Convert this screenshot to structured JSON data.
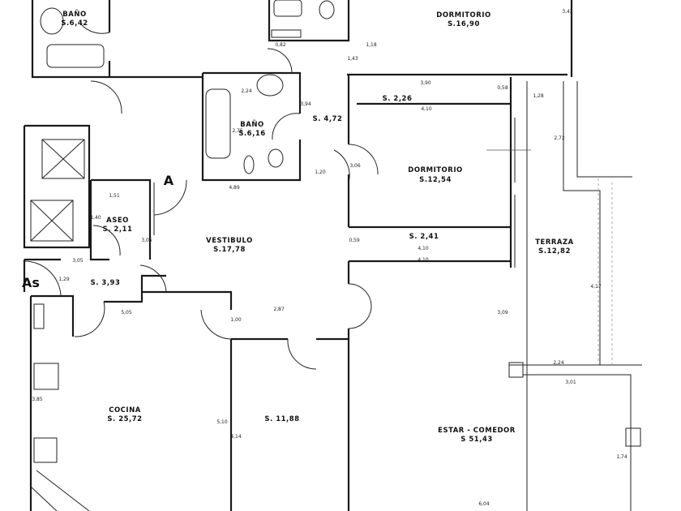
{
  "rooms": {
    "bano_top": {
      "name": "BAÑO",
      "area": "S.6,42"
    },
    "dormitorio_main": {
      "name": "DORMITORIO",
      "area": "S.16,90"
    },
    "bano_mid": {
      "name": "BAÑO",
      "area": "S.6,16"
    },
    "pasillo": {
      "area": "S. 4,72"
    },
    "closet_1": {
      "area": "S. 2,26"
    },
    "dormitorio_2": {
      "name": "DORMITORIO",
      "area": "S.12,54"
    },
    "closet_2": {
      "area": "S. 2,41"
    },
    "aseo": {
      "name": "ASEO",
      "area": "S. 2,11"
    },
    "vestibulo": {
      "name": "VESTIBULO",
      "area": "S.17,78"
    },
    "terraza": {
      "name": "TERRAZA",
      "area": "S.12,82"
    },
    "hall_service": {
      "area": "S. 3,93"
    },
    "cocina": {
      "name": "COCINA",
      "area": "S. 25,72"
    },
    "room_1188": {
      "area": "S. 11,88"
    },
    "estar": {
      "name": "ESTAR - COMEDOR",
      "area": "S 51,43"
    }
  },
  "markers": {
    "entrance": "A",
    "elevators": "As"
  },
  "dimensions": [
    "0,82",
    "1,18",
    "1,43",
    "2,24",
    "3,94",
    "2,75",
    "4,89",
    "1,20",
    "3,06",
    "3,90",
    "0,58",
    "1,28",
    "4,10",
    "3,42",
    "2,72",
    "1,51",
    "1,40",
    "3,05",
    "3,05",
    "1,29",
    "5,05",
    "1,00",
    "2,87",
    "0,59",
    "4,10",
    "4,10",
    "3,09",
    "4,17",
    "2,24",
    "3,01",
    "3,85",
    "5,10",
    "4,14",
    "1,74",
    "6,04"
  ]
}
